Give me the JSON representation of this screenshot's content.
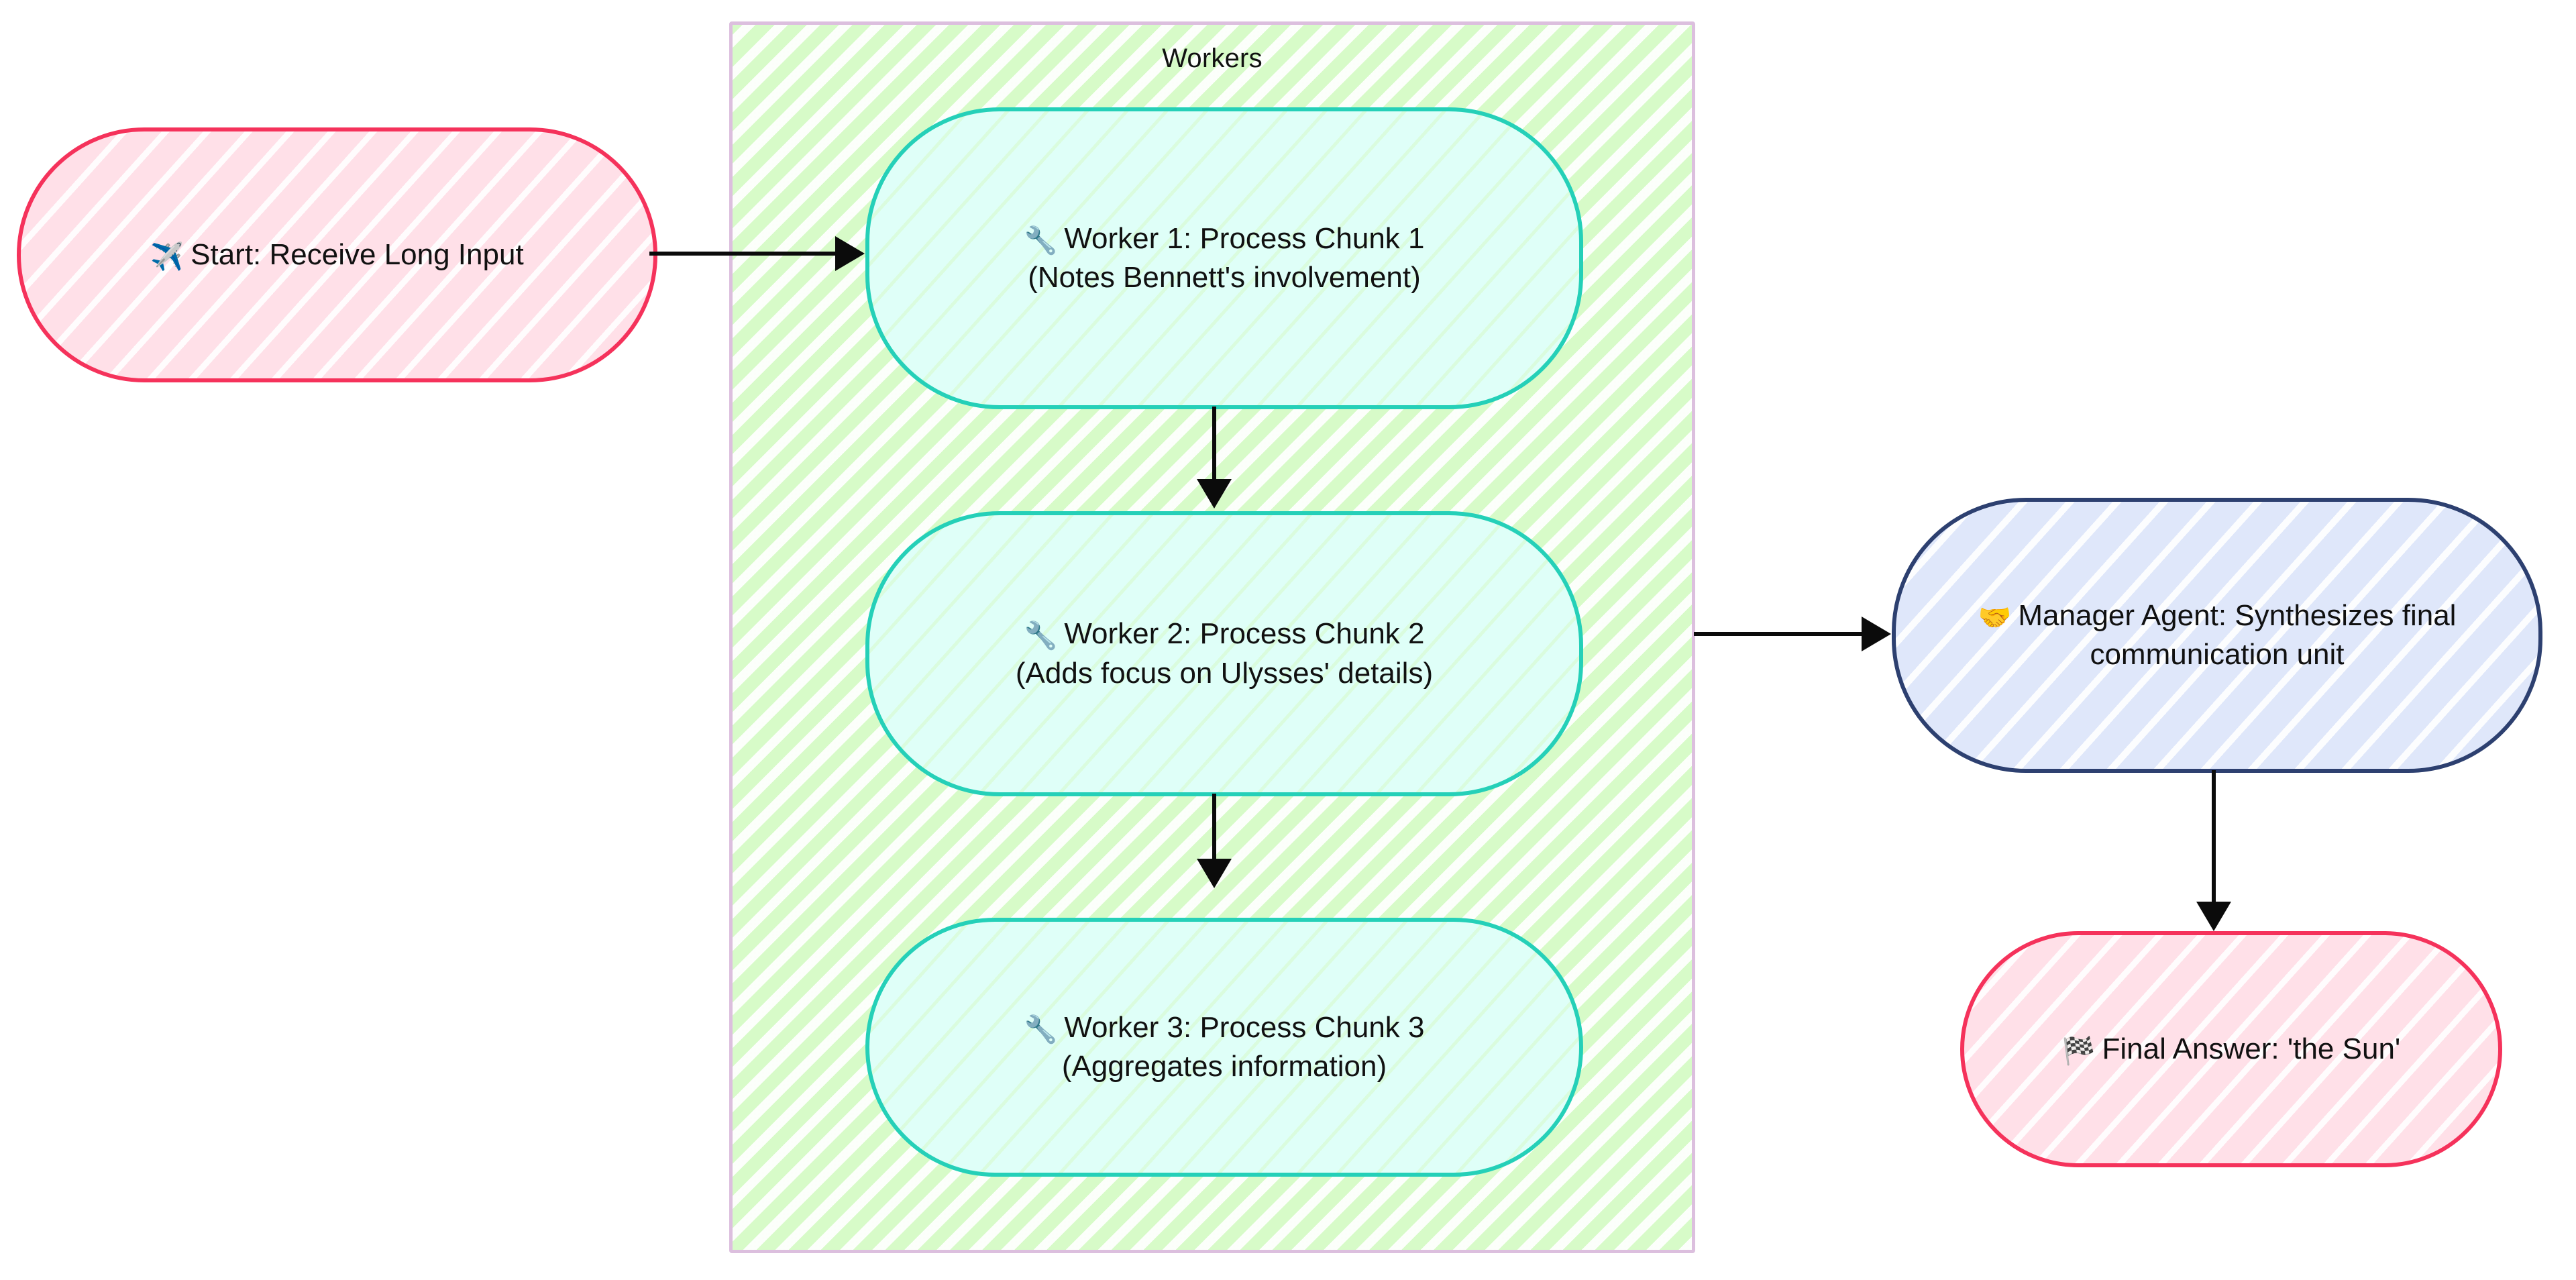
{
  "diagram": {
    "title": "Multi-agent long-input processing flowchart",
    "background_color": "#ffffff"
  },
  "subgraph": {
    "label": "Workers",
    "fill_color": "#d7fbc8",
    "border_color": "#dcbfde"
  },
  "nodes": {
    "start": {
      "icon": "airplane-emoji",
      "emoji": "✈️",
      "line1": "Start: Receive Long Input",
      "fill_color": "#ffe0e8",
      "border_color": "#f5325b"
    },
    "worker1": {
      "icon": "wrench-emoji",
      "emoji": "🔧",
      "line1": "Worker 1: Process Chunk 1",
      "line2": "(Notes Bennett's involvement)",
      "fill_color": "#dffff8",
      "border_color": "#25d0b8"
    },
    "worker2": {
      "icon": "wrench-emoji",
      "emoji": "🔧",
      "line1": "Worker 2: Process Chunk 2",
      "line2": "(Adds focus on Ulysses' details)",
      "fill_color": "#dffff8",
      "border_color": "#25d0b8"
    },
    "worker3": {
      "icon": "wrench-emoji",
      "emoji": "🔧",
      "line1": "Worker 3: Process Chunk 3",
      "line2": "(Aggregates information)",
      "fill_color": "#dffff8",
      "border_color": "#25d0b8"
    },
    "manager": {
      "icon": "handshake-emoji",
      "emoji": "🤝",
      "line1": "Manager Agent: Synthesizes final",
      "line2": "communication unit",
      "fill_color": "#dfe7fa",
      "border_color": "#2d4070"
    },
    "final": {
      "icon": "chequered-flag-emoji",
      "emoji": "🏁",
      "line1": "Final Answer: 'the Sun'",
      "fill_color": "#ffe0e8",
      "border_color": "#f5325b"
    }
  },
  "edges": [
    {
      "id": "start-to-worker1",
      "from": "start",
      "to": "worker1",
      "direction": "right"
    },
    {
      "id": "worker1-to-worker2",
      "from": "worker1",
      "to": "worker2",
      "direction": "down"
    },
    {
      "id": "worker2-to-worker3",
      "from": "worker2",
      "to": "worker3",
      "direction": "down"
    },
    {
      "id": "workers-to-manager",
      "from": "subgraph",
      "to": "manager",
      "direction": "right"
    },
    {
      "id": "manager-to-final",
      "from": "manager",
      "to": "final",
      "direction": "down"
    }
  ]
}
